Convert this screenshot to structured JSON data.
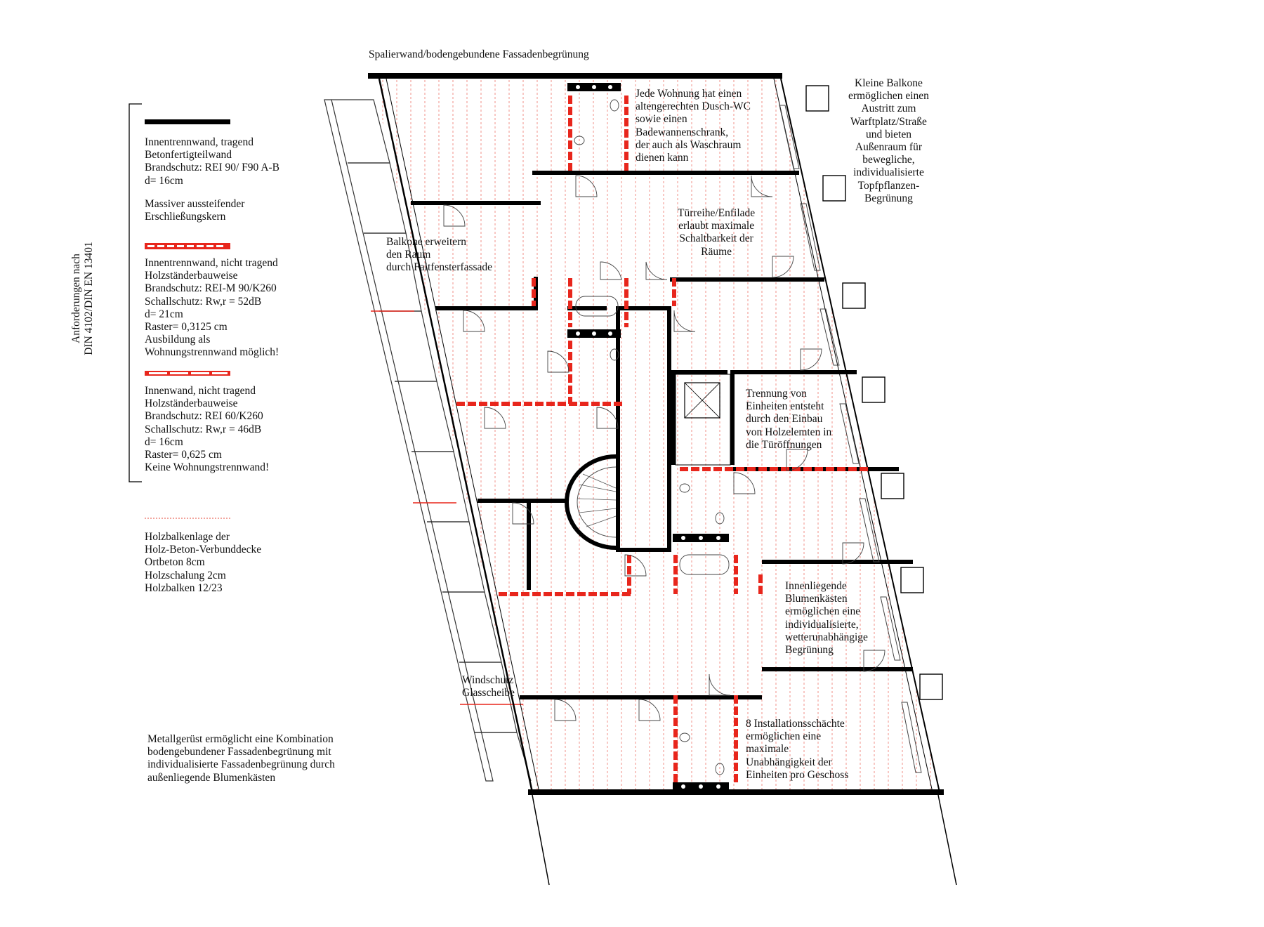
{
  "top_label": "Spalierwand/bodengebundene Fassadenbegrünung",
  "vertical_label": "Anforderungen nach\nDIN 4102/DIN EN 13401",
  "legend": {
    "load_bearing": "Innentrennwand, tragend\nBetonfertigteilwand\nBrandschutz: REI 90/ F90 A-B\nd= 16cm",
    "core": "Massiver aussteifender\nErschließungskern",
    "non_load_bearing": "Innentrennwand, nicht tragend\nHolzständerbauweise\nBrandschutz: REI-M 90/K260\nSchallschutz: Rw,r = 52dB\nd= 21cm\nRaster= 0,3125 cm\nAusbildung als\nWohnungstrennwand möglich!",
    "interior_wall": "Innenwand, nicht tragend\nHolzständerbauweise\nBrandschutz: REI 60/K260\nSchallschutz: Rw,r = 46dB\nd= 16cm\nRaster= 0,625 cm\nKeine Wohnungstrennwand!",
    "timber_beams": "Holzbalkenlage der\nHolz-Beton-Verbunddecke\nOrtbeton 8cm\nHolzschalung 2cm\nHolzbalken 12/23"
  },
  "annotations": {
    "shower": "Jede Wohnung hat einen\naltengerechten Dusch-WC\nsowie einen\nBadewannenschrank,\nder auch als Waschraum\ndienen kann",
    "small_balconies": "Kleine Balkone\nermöglichen einen\nAustritt zum\nWarftplatz/Straße\nund bieten\nAußenraum für\nbewegliche,\nindividualisierte\nTopfpflanzen-\nBegrünung",
    "enfilade": "Türreihe/Enfilade\nerlaubt maximale\nSchaltbarkeit der\nRäume",
    "balconies_extend": "Balkone erweitern\nden Raum\ndurch Faltfensterfassade",
    "separation": "Trennung von\nEinheiten entsteht\ndurch den Einbau\nvon Holzelemten in\ndie Türöffnungen",
    "planter_boxes": "Innenliegende\nBlumenkästen\nermöglichen eine\nindividualisierte,\nwetterunabhängige\nBegrünung",
    "windscreen": "Windschutz\nGlasscheibe",
    "shafts": "8 Installationsschächte\nermöglichen eine\nmaximale\nUnabhängigkeit der\nEinheiten pro Geschoss",
    "scaffold": "Metallgerüst ermöglicht eine Kombination\nbodengebundener Fassadenbegrünung mit\nindividualisierte Fassadenbegrünung durch\naußenliegende Blumenkästen"
  },
  "colors": {
    "wall": "#000000",
    "accent": "#e8261c",
    "beam": "#f2a49c",
    "line": "#333333"
  }
}
